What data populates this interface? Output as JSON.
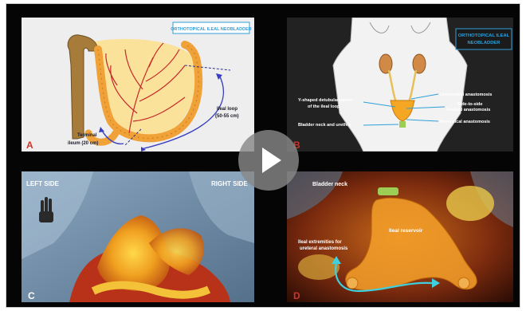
{
  "video": {
    "play_button_label": "Play video",
    "play_icon": "play-triangle-icon"
  },
  "panel_a": {
    "letter": "A",
    "title": "ORTHOTOPICAL ILEAL NEOBLADDER",
    "loop_label_1": "Ileal loop",
    "loop_label_2": "(50-55 cm)",
    "terminal_label_1": "Terminal",
    "terminal_label_2": "ileum (20 cm)"
  },
  "panel_b": {
    "letter": "B",
    "title_1": "ORTHOTOPICAL ILEAL",
    "title_2": "NEOBLADDER",
    "label_y_shaped_1": "Y-shaped detubularization",
    "label_y_shaped_2": "of the ileal loop",
    "label_bladder_neck": "Bladder neck and urethra",
    "label_ureteroileal": "Ureteroileal anastomosis",
    "label_side_1": "Side-to-side",
    "label_side_2": "ileoileal anastomosis",
    "label_ileovesical": "Ileovesical anastomosis"
  },
  "panel_c": {
    "letter": "C",
    "left_side": "LEFT SIDE",
    "right_side": "RIGHT SIDE"
  },
  "panel_d": {
    "letter": "D",
    "label_bladder_neck": "Bladder neck",
    "label_reservoir": "Ileal reservoir",
    "label_extremities_1": "Ileal extremities for",
    "label_extremities_2": "ureteral anastomosis"
  },
  "colors": {
    "panel_a_bg": "#eeeeee",
    "panel_b_bg": "#222222",
    "accent_blue": "#2f9fd8",
    "letter_red": "#c8362c",
    "neobladder_orange": "#f5a623"
  }
}
